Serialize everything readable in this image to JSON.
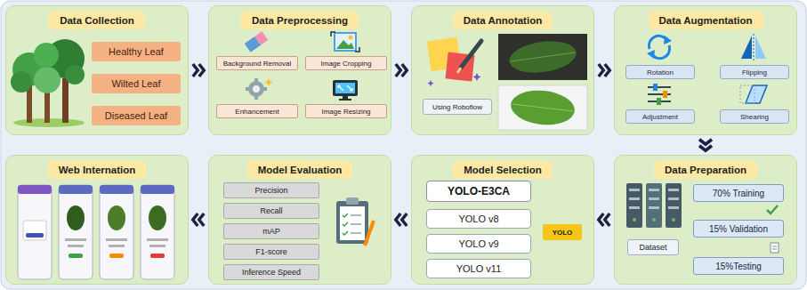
{
  "diagram": {
    "nodes": [
      {
        "text": [
          "Data Collection"
        ]
      },
      {
        "text": [
          "Healthy Leaf"
        ],
        "in": 0
      },
      {
        "text": [
          "Wilted Leaf"
        ],
        "in": 0
      },
      {
        "text": [
          "Diseased Leaf"
        ],
        "in": 0
      },
      {
        "text": [
          "Data Preprocessing"
        ]
      },
      {
        "text": [
          "Background Removal"
        ],
        "in": 4
      },
      {
        "text": [
          "Image Cropping"
        ],
        "in": 4
      },
      {
        "text": [
          "Enhancement"
        ],
        "in": 4
      },
      {
        "text": [
          "Image Resizing"
        ],
        "in": 4
      },
      {
        "text": [
          "Data Annotation"
        ]
      },
      {
        "text": [
          "Using Roboflow"
        ],
        "in": 9
      },
      {
        "text": [
          "Data Augmentation"
        ]
      },
      {
        "text": [
          "Rotation"
        ],
        "in": 11
      },
      {
        "text": [
          "Flipping"
        ],
        "in": 11
      },
      {
        "text": [
          "Adjustment"
        ],
        "in": 11
      },
      {
        "text": [
          "Shearing"
        ],
        "in": 11
      },
      {
        "text": [
          "Data Preparation"
        ]
      },
      {
        "text": [
          "Dataset"
        ],
        "in": 16
      },
      {
        "text": [
          "70% Training"
        ],
        "in": 16
      },
      {
        "text": [
          "15% Validation"
        ],
        "in": 16
      },
      {
        "text": [
          "15%Testing"
        ],
        "in": 16
      },
      {
        "text": [
          "Model Selection"
        ]
      },
      {
        "text": [
          "YOLO-E3CA"
        ],
        "in": 21
      },
      {
        "text": [
          "YOLO v8"
        ],
        "in": 21
      },
      {
        "text": [
          "YOLO v9"
        ],
        "in": 21
      },
      {
        "text": [
          "YOLO v11"
        ],
        "in": 21
      },
      {
        "text": [
          "Model Evaluation"
        ]
      },
      {
        "text": [
          "Precision"
        ],
        "in": 26
      },
      {
        "text": [
          "Recall"
        ],
        "in": 26
      },
      {
        "text": [
          "mAP"
        ],
        "in": 26
      },
      {
        "text": [
          "F1-score"
        ],
        "in": 26
      },
      {
        "text": [
          "Inference Speed"
        ],
        "in": 26
      },
      {
        "text": [
          "Web Internation"
        ]
      }
    ],
    "edges": [
      {
        "from": 0,
        "to": 4,
        "arrow": "to"
      },
      {
        "from": 4,
        "to": 9,
        "arrow": "to"
      },
      {
        "from": 9,
        "to": 11,
        "arrow": "to"
      },
      {
        "from": 11,
        "to": 16,
        "arrow": "to"
      },
      {
        "from": 16,
        "to": 21,
        "arrow": "to"
      },
      {
        "from": 21,
        "to": 26,
        "arrow": "to"
      },
      {
        "from": 26,
        "to": 32,
        "arrow": "to"
      }
    ],
    "labels": [
      "YOLO"
    ]
  }
}
